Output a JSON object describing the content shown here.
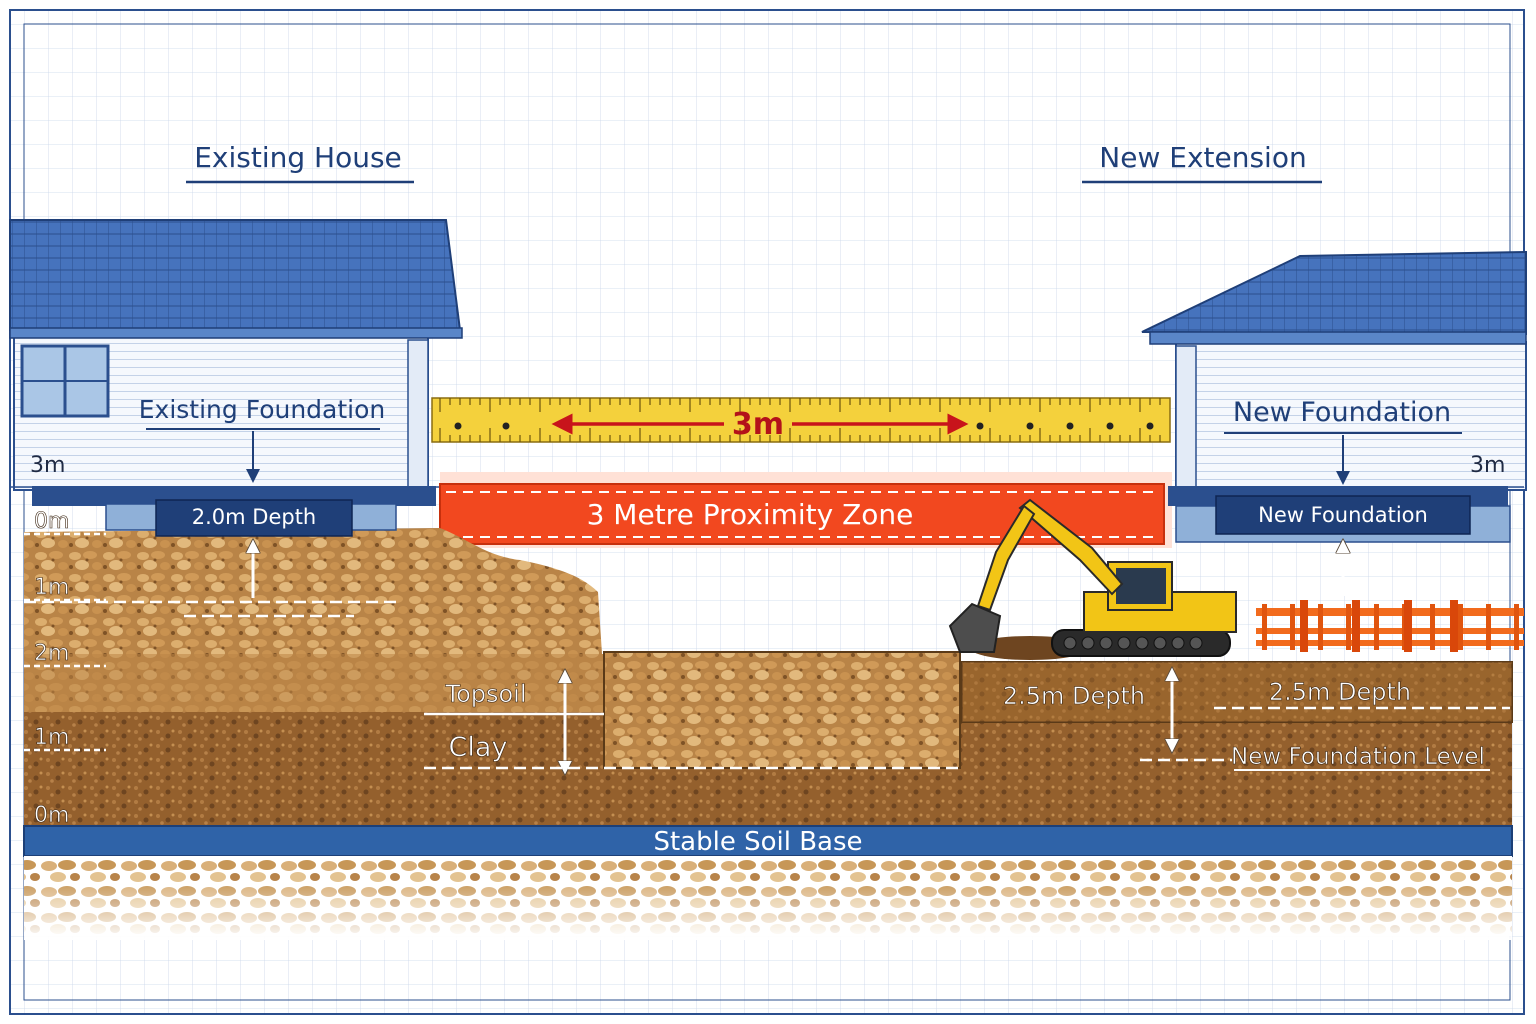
{
  "titles": {
    "existing_house": "Existing House",
    "new_extension": "New Extension"
  },
  "left": {
    "foundation_label": "Existing Foundation",
    "foundation_depth": "2.0m Depth",
    "height_mark": "3m"
  },
  "right": {
    "foundation_label": "New Foundation",
    "foundation_box": "New Foundation",
    "height_mark": "3m",
    "depth_trench": "2.5m Depth",
    "depth_right": "2.5m Depth",
    "foundation_level": "New Foundation Level"
  },
  "ruler": {
    "label": "3m"
  },
  "zone": {
    "label": "3 Metre Proximity Zone"
  },
  "scale": {
    "ticks": [
      "0m",
      "1m",
      "2m",
      "1m",
      "0m"
    ]
  },
  "soil": {
    "topsoil": "Topsoil",
    "clay": "Clay",
    "base": "Stable Soil Base"
  },
  "colors": {
    "blueprint": "#2b4f8e",
    "roof": "#3f6bb5",
    "zone": "#f2481f",
    "ruler": "#f4d13c",
    "arrow": "#c8141b",
    "soil_light": "#c6924f",
    "soil_dark": "#8a5a2b",
    "base": "#2f63a8",
    "excavator": "#f2c516"
  }
}
